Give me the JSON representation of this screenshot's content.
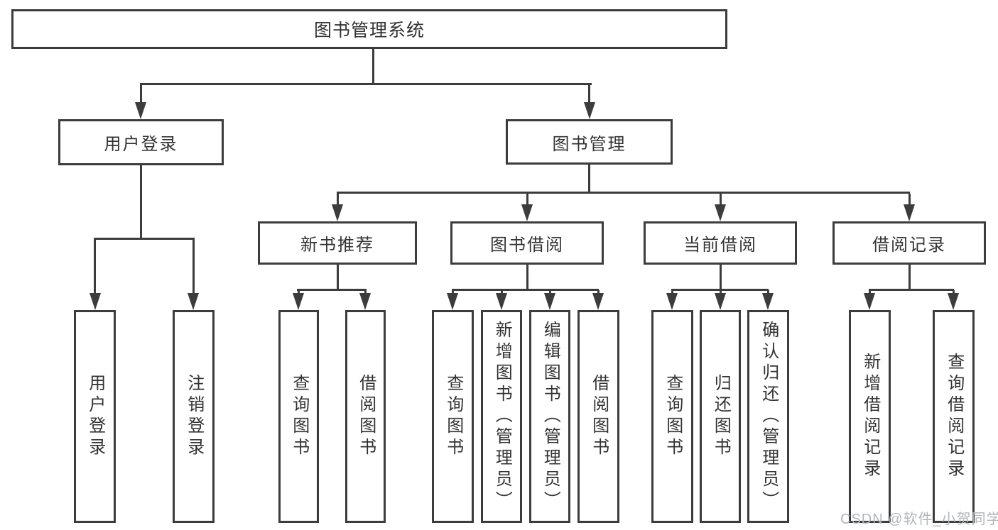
{
  "diagram_title": "图书管理系统",
  "nodes": {
    "root": "图书管理系统",
    "user_login": "用户登录",
    "book_mgmt": "图书管理",
    "new_book_rec": "新书推荐",
    "book_borrowing": "图书借阅",
    "current_borrowing": "当前借阅",
    "borrowing_records": "借阅记录",
    "leaf_user_login": "用户登录",
    "leaf_logout": "注销登录",
    "leaf_query_books_rec": "查询图书",
    "leaf_borrow_books_rec": "借阅图书",
    "leaf_query_books_borrow": "查询图书",
    "leaf_add_books_admin": "新增图书（管理员）",
    "leaf_edit_books_admin": "编辑图书（管理员）",
    "leaf_borrow_books": "借阅图书",
    "leaf_query_books_current": "查询图书",
    "leaf_return_books": "归还图书",
    "leaf_confirm_return_admin": "确认归还（管理员）",
    "leaf_add_borrow_record": "新增借阅记录",
    "leaf_query_borrow_record": "查询借阅记录"
  },
  "watermark": {
    "text": "CSDN @软件_小贺同学"
  },
  "colors": {
    "line": "#3c3c3c",
    "text": "#333333",
    "watermark": "#b2b6bd",
    "background": "#ffffff"
  }
}
